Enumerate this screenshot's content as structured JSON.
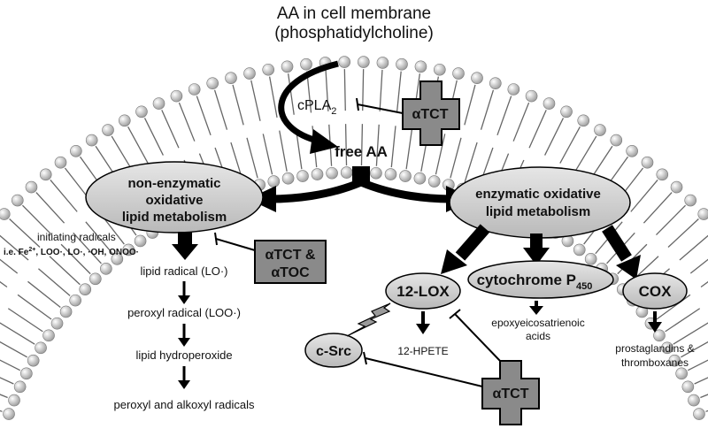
{
  "title": {
    "line1": "AA in cell membrane",
    "line2": "(phosphatidylcholine)"
  },
  "top": {
    "cpla2_main": "cPLA",
    "cpla2_sub": "2",
    "inhibitor_top": "αTCT",
    "free_aa": "free AA"
  },
  "left": {
    "ellipse_line1": "non-enzymatic",
    "ellipse_line2": "oxidative",
    "ellipse_line3": "lipid metabolism",
    "initiating_label": "initiating radicals",
    "radicals_prefix": "i.e. Fe",
    "radicals_sup": "2+",
    "radicals_rest": ", LOO·, LO·, ·OH, ONOO·",
    "inhibitor_line1": "αTCT &",
    "inhibitor_line2": "αTOC",
    "step1": "lipid radical (LO·)",
    "step2": "peroxyl radical (LOO·)",
    "step3": "lipid hydroperoxide",
    "step4": "peroxyl and alkoxyl radicals"
  },
  "right": {
    "ellipse_line1": "enzymatic oxidative",
    "ellipse_line2": "lipid metabolism",
    "lox": "12-LOX",
    "cyp_main": "cytochrome P",
    "cyp_sub": "450",
    "cox": "COX",
    "csrc": "c-Src",
    "hpete": "12-HPETE",
    "epoxy_line1": "epoxyeicosatrienoic",
    "epoxy_line2": "acids",
    "prosta_line1": "prostaglandins &",
    "prosta_line2": "thromboxanes",
    "inhibitor_bottom": "αTCT"
  },
  "colors": {
    "ellipse_fill": "#cfcfcf",
    "inhibitor_fill": "#8a8a8a",
    "arrow": "#000000",
    "bilayer_head": "#d9d9d9"
  }
}
